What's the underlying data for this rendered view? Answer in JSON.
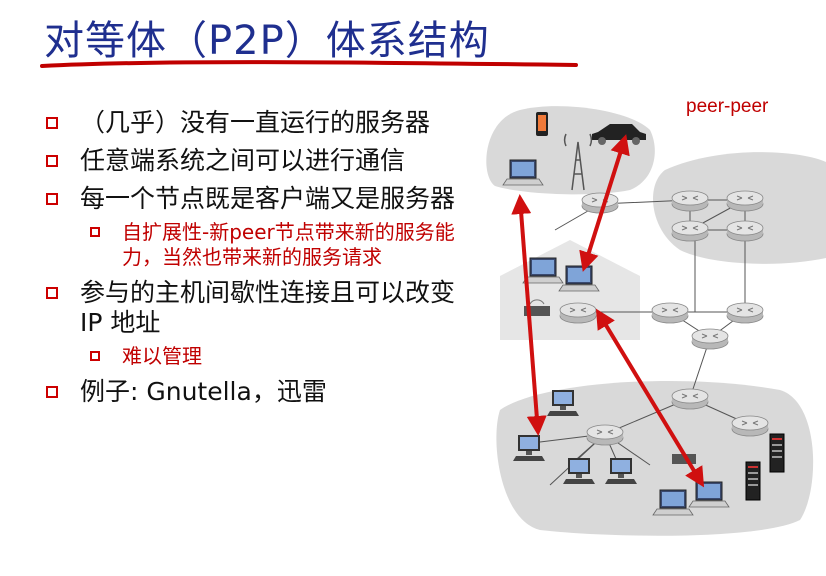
{
  "slide": {
    "title": "对等体（P2P）体系结构",
    "bullets": [
      {
        "level": 1,
        "text": "（几乎）没有一直运行的服务器"
      },
      {
        "level": 1,
        "text": "任意端系统之间可以进行通信"
      },
      {
        "level": 1,
        "text": "每一个节点既是客户端又是服务器"
      },
      {
        "level": 2,
        "text": "自扩展性-新peer节点带来新的服务能力，当然也带来新的服务请求"
      },
      {
        "level": 1,
        "text": "参与的主机间歇性连接且可以改变IP 地址"
      },
      {
        "level": 2,
        "text": "难以管理"
      },
      {
        "level": 1,
        "text": "例子: Gnutella，迅雷"
      }
    ]
  },
  "diagram": {
    "label": "peer-peer",
    "colors": {
      "title": "#1f2f8f",
      "accent_red": "#c00000",
      "arrow": "#d01010",
      "cloud": "#d9d9d9"
    },
    "icons": [
      "laptop-icon",
      "smartphone-icon",
      "car-icon",
      "cell-tower-icon",
      "router-icon",
      "wifi-router-icon",
      "server-icon",
      "desktop-icon",
      "house-icon"
    ]
  }
}
